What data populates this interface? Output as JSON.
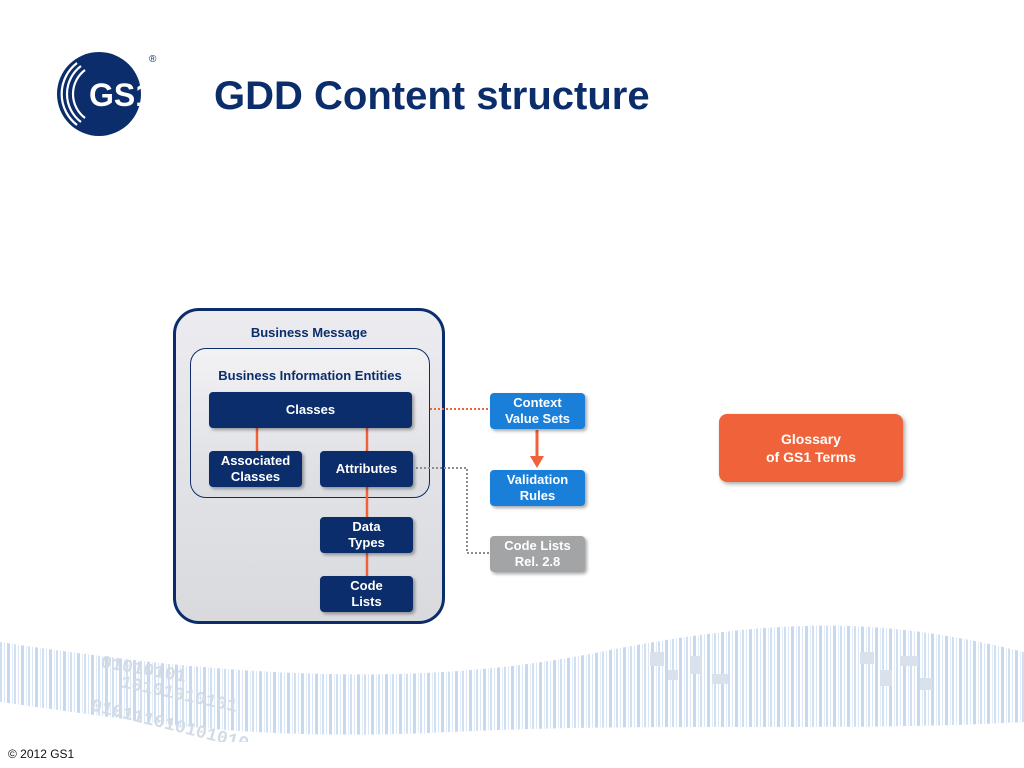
{
  "header": {
    "logo_text": "GS1",
    "registered_mark": "®",
    "title": "GDD Content structure"
  },
  "diagram": {
    "business_message": "Business Message",
    "business_information_entities": "Business Information Entities",
    "classes": "Classes",
    "associated_classes": "Associated\nClasses",
    "attributes": "Attributes",
    "data_types": "Data\nTypes",
    "code_lists": "Code\nLists",
    "context_value_sets": "Context\nValue Sets",
    "validation_rules": "Validation\nRules",
    "code_lists_release": "Code Lists\nRel. 2.8",
    "glossary": "Glossary\nof GS1 Terms"
  },
  "colors": {
    "navy": "#0c2d6b",
    "blue": "#1a7fd8",
    "grey": "#a3a4a6",
    "orange": "#f0623a"
  },
  "footer": {
    "copyright": "© 2012 GS1",
    "banner_icon": "binary-barcode-banner"
  }
}
